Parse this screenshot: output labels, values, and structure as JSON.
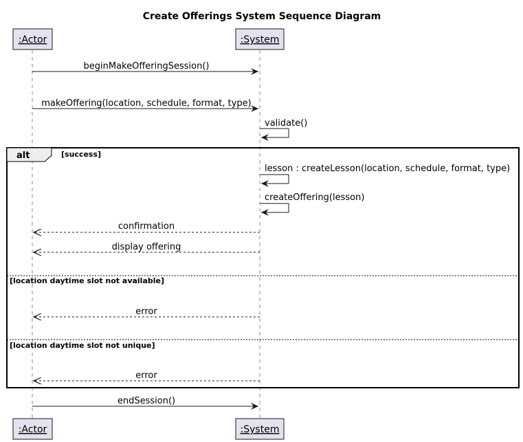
{
  "diagram": {
    "title": "Create Offerings System Sequence Diagram",
    "participants": {
      "actor": ":Actor",
      "system": ":System"
    },
    "messages": {
      "m1": "beginMakeOfferingSession()",
      "m2": "makeOffering(location, schedule, format, type)",
      "m3": "validate()",
      "m4": "lesson : createLesson(location, schedule, format, type)",
      "m5": "createOffering(lesson)",
      "m6": "confirmation",
      "m7": "display offering",
      "m8": "error",
      "m9": "error",
      "m10": "endSession()"
    },
    "fragment": {
      "operator": "alt",
      "guard1": "[success]",
      "guard2": "[location daytime slot not available]",
      "guard3": "[location daytime slot not unique]"
    },
    "colors": {
      "participant_fill": "#E2E2F0",
      "participant_border": "#181818",
      "lifeline": "#888888",
      "arrow": "#181818"
    }
  }
}
